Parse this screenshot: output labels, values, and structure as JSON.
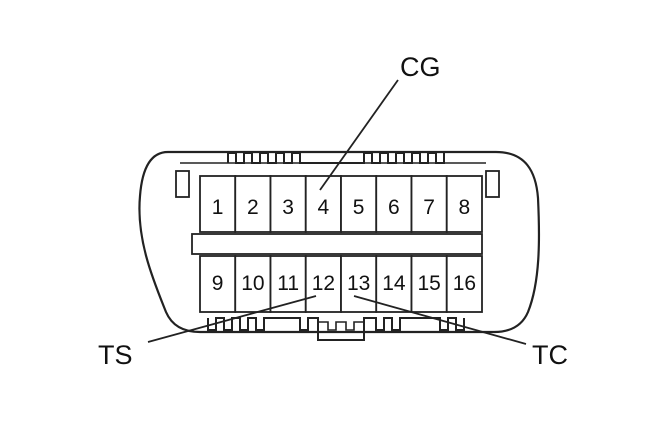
{
  "connector": {
    "top_row": [
      "1",
      "2",
      "3",
      "4",
      "5",
      "6",
      "7",
      "8"
    ],
    "bottom_row": [
      "9",
      "10",
      "11",
      "12",
      "13",
      "14",
      "15",
      "16"
    ]
  },
  "callouts": {
    "cg": "CG",
    "ts": "TS",
    "tc": "TC"
  },
  "colors": {
    "line": "#222222",
    "fill": "#ffffff"
  }
}
